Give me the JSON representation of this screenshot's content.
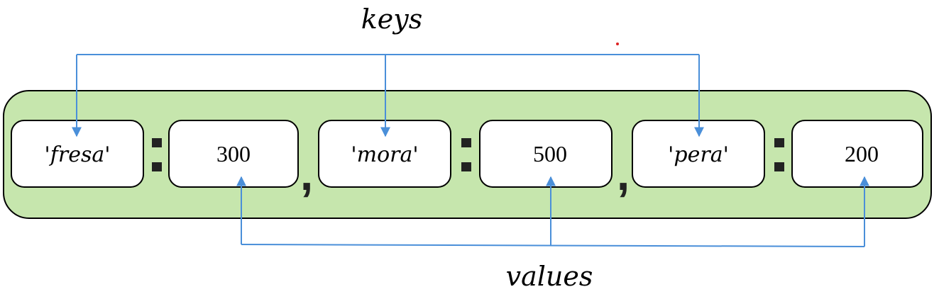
{
  "labels": {
    "keys": "keys",
    "values": "values"
  },
  "pairs": [
    {
      "key": "'fresa'",
      "value": "300"
    },
    {
      "key": "'mora'",
      "value": "500"
    },
    {
      "key": "'pera'",
      "value": "200"
    }
  ],
  "separator": ",",
  "colors": {
    "container_fill": "#c6e6ad",
    "arrow": "#4a8fd9",
    "colon": "#222222",
    "dot": "#dd2222"
  }
}
